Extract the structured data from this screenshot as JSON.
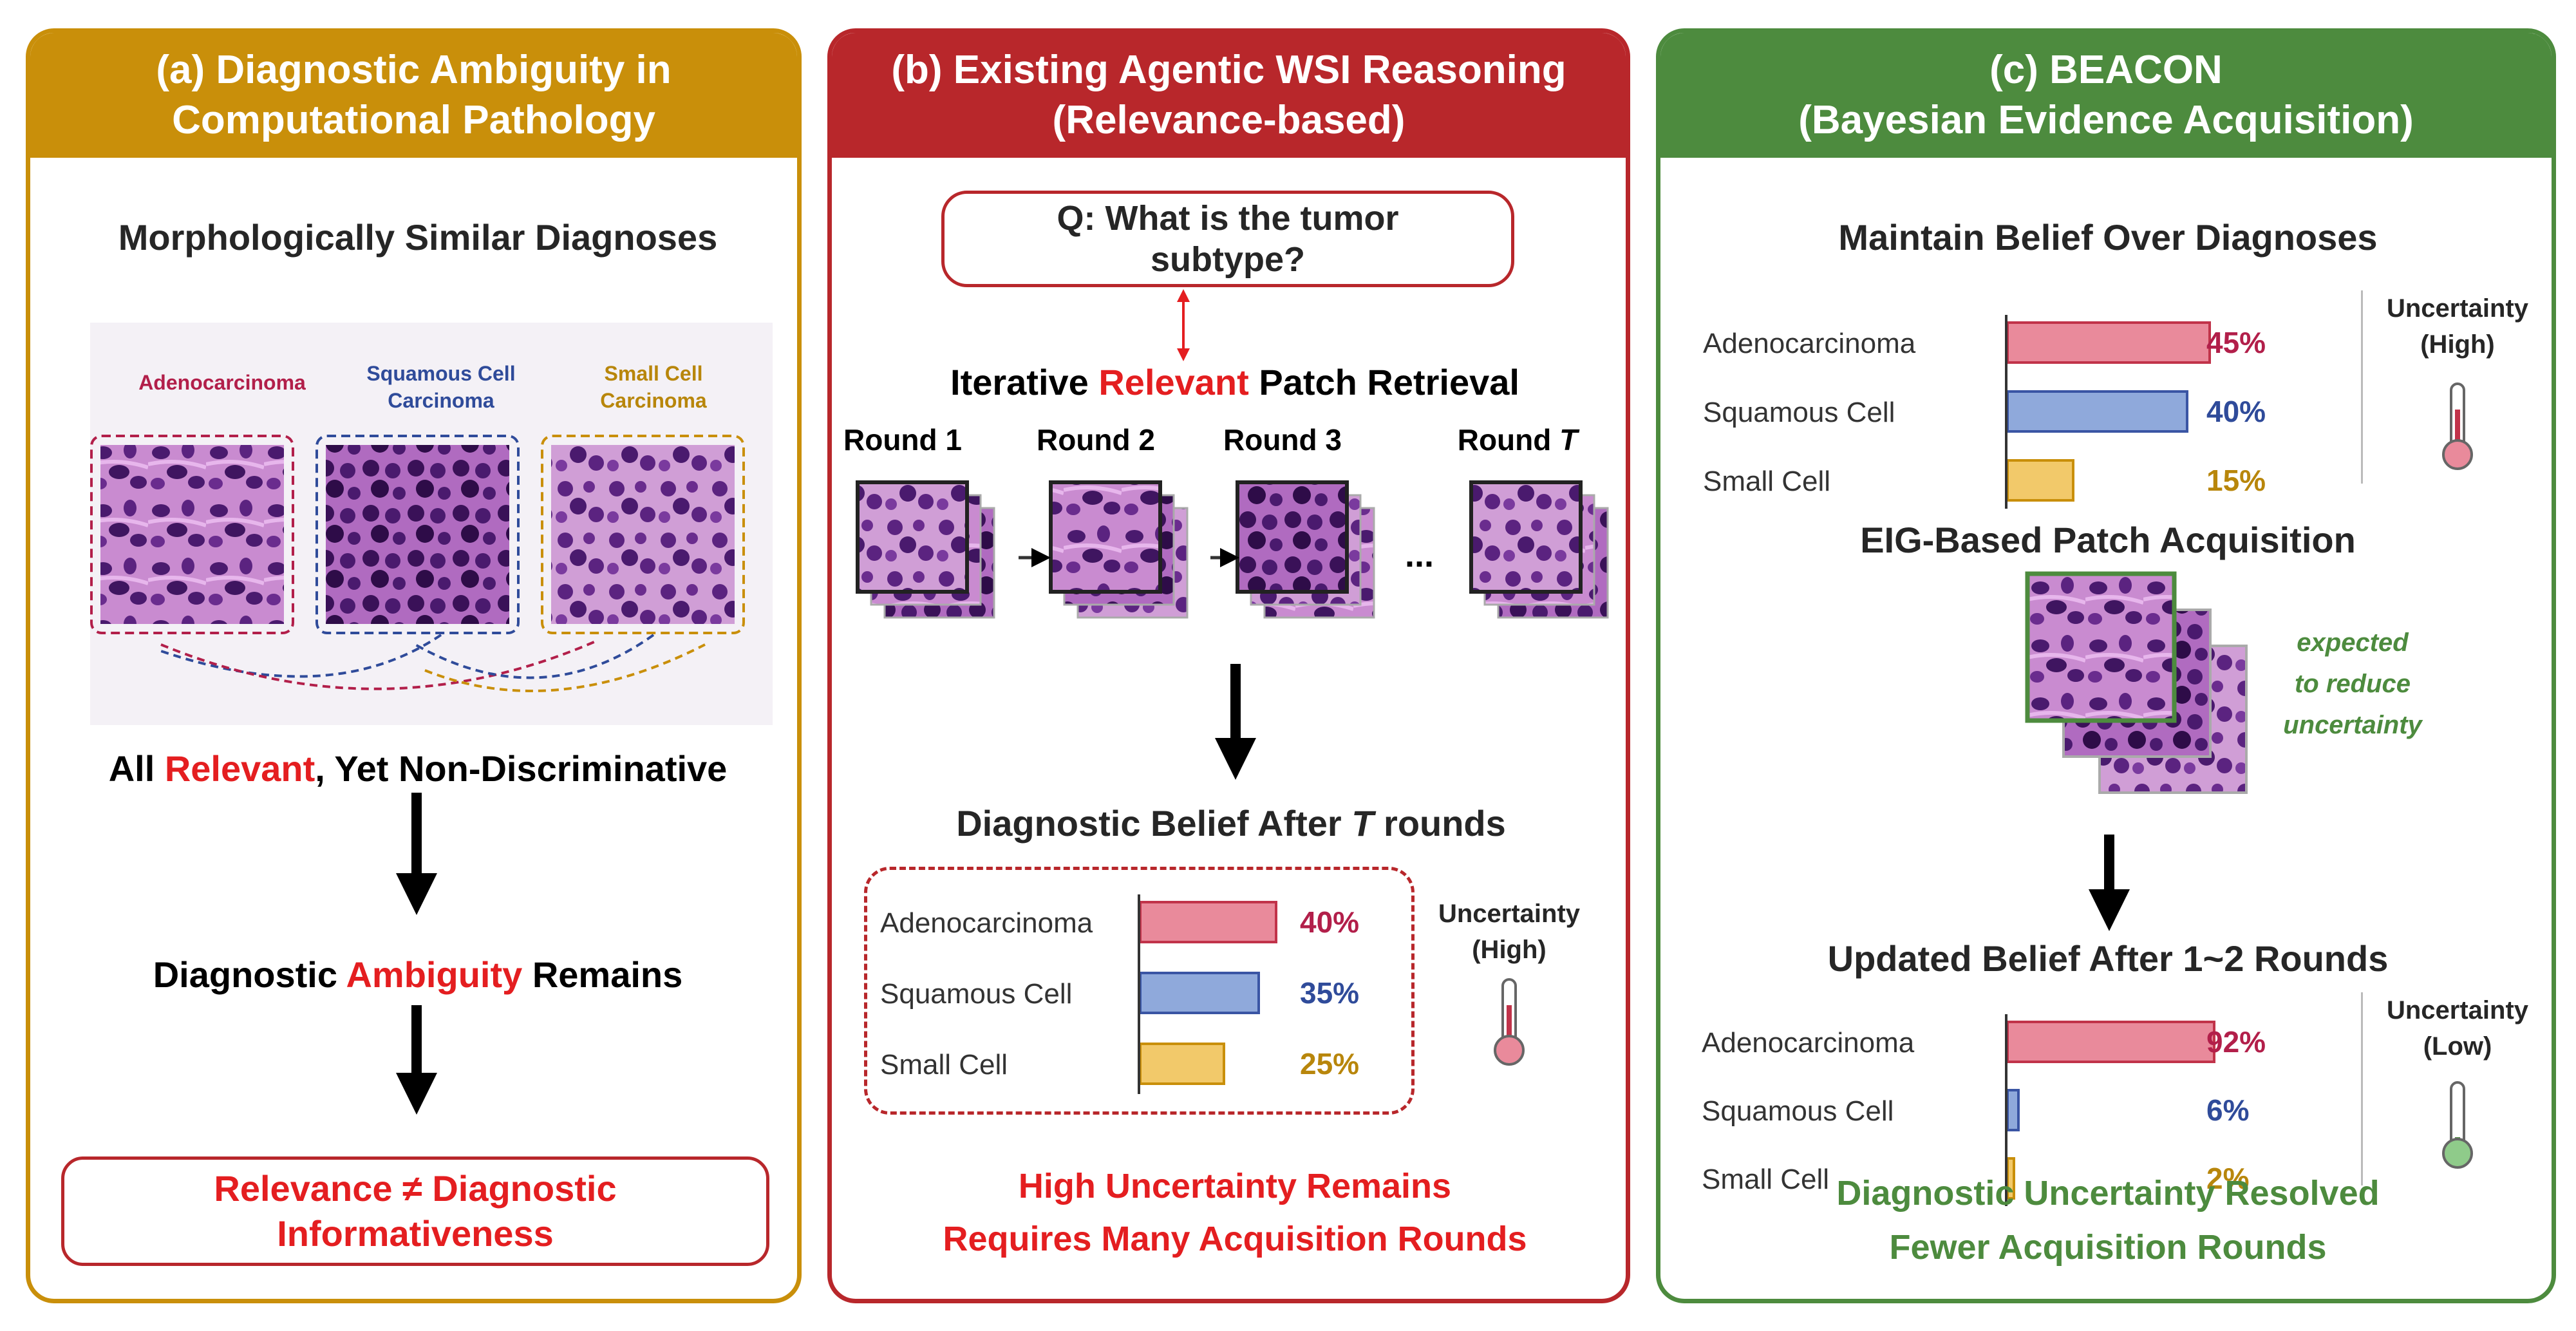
{
  "panel_a": {
    "title_line1": "(a) Diagnostic Ambiguity in",
    "title_line2": "Computational Pathology",
    "heading": "Morphologically Similar Diagnoses",
    "tissue_labels": {
      "adeno": "Adenocarcinoma",
      "squamous_line1": "Squamous Cell",
      "squamous_line2": "Carcinoma",
      "small_line1": "Small Cell",
      "small_line2": "Carcinoma"
    },
    "all_relevant_pre": "All ",
    "all_relevant_hl": "Relevant",
    "all_relevant_post": ", Yet Non-Discriminative",
    "ambiguity_pre": "Diagnostic ",
    "ambiguity_hl": "Ambiguity",
    "ambiguity_post": " Remains",
    "conclusion_line1": "Relevance ≠ Diagnostic",
    "conclusion_line2": "Informativeness"
  },
  "panel_b": {
    "title_line1": "(b) Existing Agentic WSI Reasoning",
    "title_line2": "(Relevance-based)",
    "question_line1": "Q: What is the tumor",
    "question_line2": "subtype?",
    "retrieval_pre": "Iterative ",
    "retrieval_hl": "Relevant",
    "retrieval_post": " Patch Retrieval",
    "rounds": [
      "Round 1",
      "Round 2",
      "Round 3"
    ],
    "round_last_pre": "Round ",
    "round_last_var": "T",
    "ellipsis": "...",
    "belief_pre": "Diagnostic Belief After ",
    "belief_var": "T",
    "belief_post": " rounds",
    "uncertainty_line1": "Uncertainty",
    "uncertainty_line2": "(High)",
    "conclusion_line1": "High Uncertainty Remains",
    "conclusion_line2": "Requires Many Acquisition Rounds"
  },
  "panel_c": {
    "title_line1": "(c) BEACON",
    "title_line2": "(Bayesian Evidence Acquisition)",
    "heading1": "Maintain Belief Over Diagnoses",
    "uncertainty1_line1": "Uncertainty",
    "uncertainty1_line2": "(High)",
    "heading2": "EIG-Based Patch Acquisition",
    "eig_note_line1": "expected",
    "eig_note_line2": "to reduce",
    "eig_note_line3": "uncertainty",
    "heading3": "Updated Belief After 1~2 Rounds",
    "uncertainty2_line1": "Uncertainty",
    "uncertainty2_line2": "(Low)",
    "conclusion_line1": "Diagnostic Uncertainty Resolved",
    "conclusion_line2": "Fewer Acquisition Rounds"
  },
  "belief_b": [
    {
      "label": "Adenocarcinoma",
      "pct": "40%",
      "value": 40,
      "color": "pink"
    },
    {
      "label": "Squamous Cell",
      "pct": "35%",
      "value": 35,
      "color": "blue"
    },
    {
      "label": "Small Cell",
      "pct": "25%",
      "value": 25,
      "color": "yellow"
    }
  ],
  "belief_c1": [
    {
      "label": "Adenocarcinoma",
      "pct": "45%",
      "value": 45,
      "color": "pink"
    },
    {
      "label": "Squamous Cell",
      "pct": "40%",
      "value": 40,
      "color": "blue"
    },
    {
      "label": "Small Cell",
      "pct": "15%",
      "value": 15,
      "color": "yellow"
    }
  ],
  "belief_c2": [
    {
      "label": "Adenocarcinoma",
      "pct": "92%",
      "value": 92,
      "color": "pink"
    },
    {
      "label": "Squamous Cell",
      "pct": "6%",
      "value": 6,
      "color": "blue"
    },
    {
      "label": "Small Cell",
      "pct": "2%",
      "value": 2,
      "color": "yellow"
    }
  ],
  "colors": {
    "panel_a": "#C98F0A",
    "panel_b": "#B8272B",
    "panel_c": "#4D8B3E",
    "highlight_red": "#E41E20",
    "adeno": "#B21F4A",
    "squamous": "#2F4B9A",
    "small_cell": "#B8860B",
    "tissue": "#9B3FA8"
  }
}
